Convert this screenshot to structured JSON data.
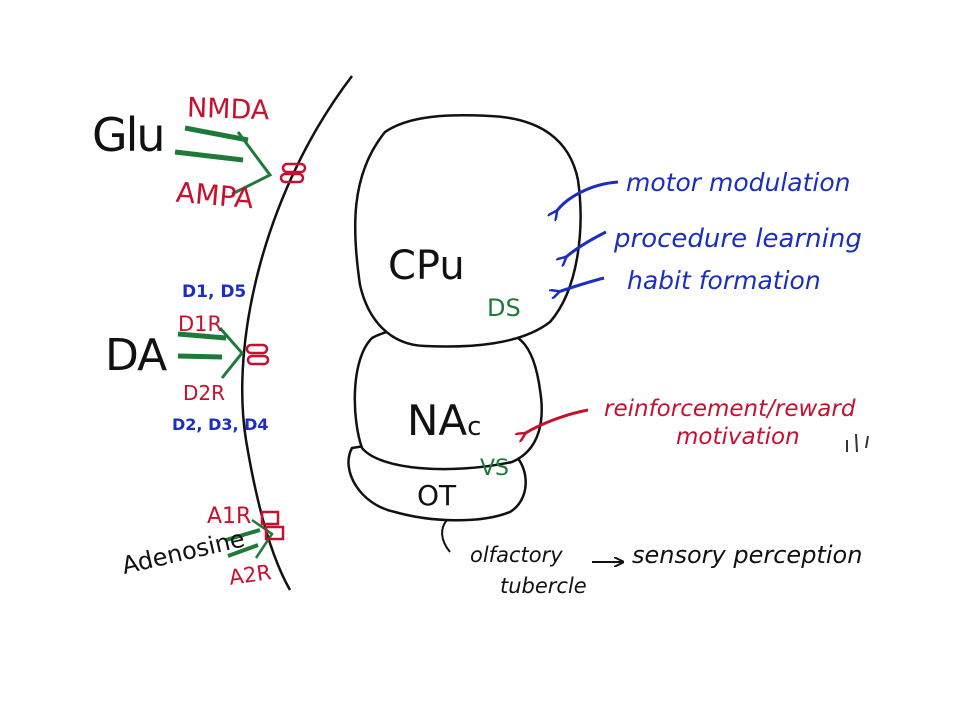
{
  "colors": {
    "ink": "#111111",
    "red": "#c8102e",
    "blue": "#1a2fbf",
    "green": "#1f7a3a"
  },
  "inputs": {
    "glu": {
      "label": "Glu",
      "receptor_top": "NMDA",
      "receptor_bottom": "AMPA"
    },
    "da": {
      "label": "DA",
      "subtype_top": "D1, D5",
      "receptor_top": "D1R",
      "receptor_bottom": "D2R",
      "subtype_bottom": "D2, D3, D4"
    },
    "adenosine": {
      "label": "Adenosine",
      "receptor_top": "A1R",
      "receptor_bottom": "A2R"
    }
  },
  "regions": {
    "cpu": {
      "label": "CPu",
      "tag": "DS"
    },
    "nac": {
      "label": "NA",
      "label_sub": "c"
    },
    "ot": {
      "label": "OT"
    },
    "vs": {
      "tag": "VS"
    }
  },
  "functions": {
    "motor": "motor modulation",
    "procedure": "procedure learning",
    "habit": "habit formation",
    "reward": "reinforcement/reward",
    "motivation": "motivation"
  },
  "ot_note": {
    "line1": "olfactory",
    "line2": "tubercle",
    "result": "sensory perception"
  }
}
